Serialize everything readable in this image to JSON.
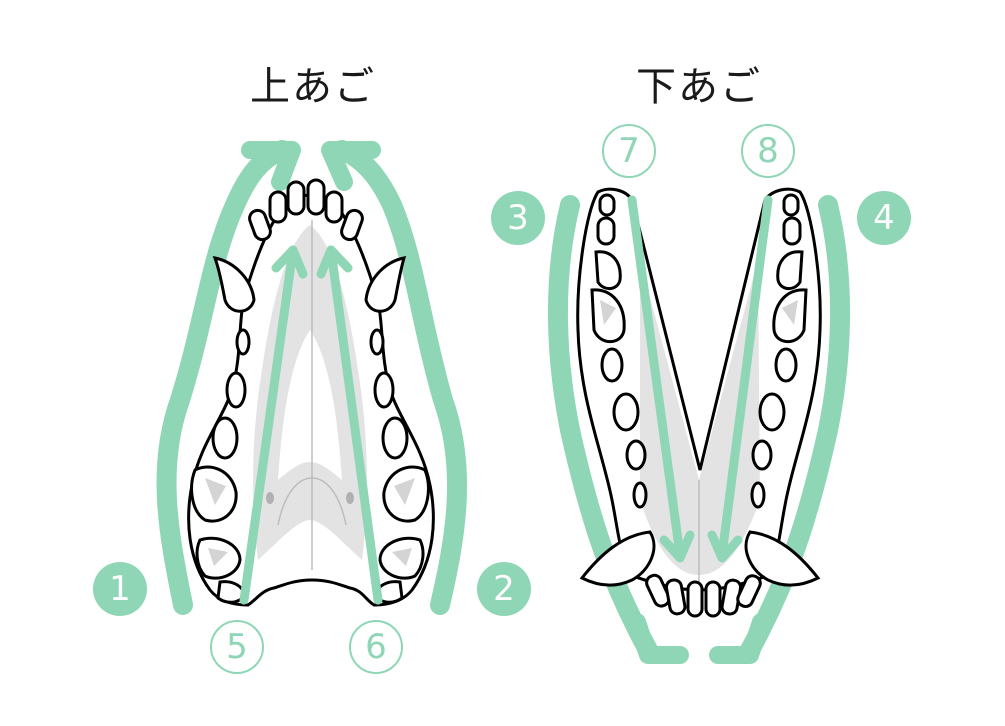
{
  "titles": {
    "upper": "上あご",
    "lower": "下あご"
  },
  "colors": {
    "accent": "#8fd6b6",
    "outline": "#000000",
    "shade": "#e3e3e3",
    "tooth": "#ffffff"
  },
  "steps": [
    {
      "num": "1",
      "style": "filled"
    },
    {
      "num": "2",
      "style": "filled"
    },
    {
      "num": "3",
      "style": "filled"
    },
    {
      "num": "4",
      "style": "filled"
    },
    {
      "num": "5",
      "style": "outline"
    },
    {
      "num": "6",
      "style": "outline"
    },
    {
      "num": "7",
      "style": "outline"
    },
    {
      "num": "8",
      "style": "outline"
    }
  ]
}
